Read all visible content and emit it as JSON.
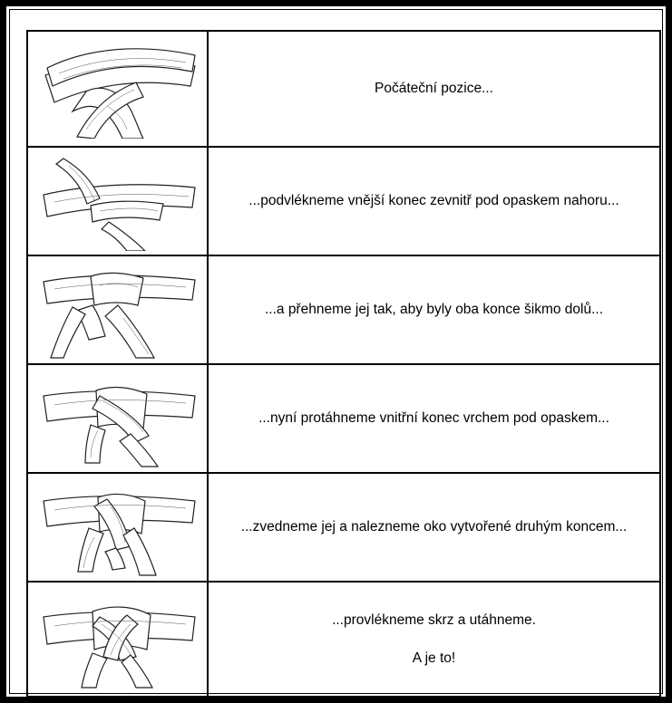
{
  "steps": [
    {
      "illustration": "belt-knot-step-1",
      "text": "Počáteční pozice..."
    },
    {
      "illustration": "belt-knot-step-2",
      "text": "...podvlékneme vnější konec zevnitř pod opaskem nahoru..."
    },
    {
      "illustration": "belt-knot-step-3",
      "text": "...a přehneme jej tak, aby byly oba konce šikmo dolů..."
    },
    {
      "illustration": "belt-knot-step-4",
      "text": "...nyní protáhneme vnitřní konec vrchem pod opaskem..."
    },
    {
      "illustration": "belt-knot-step-5",
      "text": "...zvedneme jej a nalezneme oko vytvořené druhým koncem..."
    },
    {
      "illustration": "belt-knot-step-6",
      "text": "...provlékneme skrz a utáhneme.",
      "text2": "A je to!"
    }
  ]
}
